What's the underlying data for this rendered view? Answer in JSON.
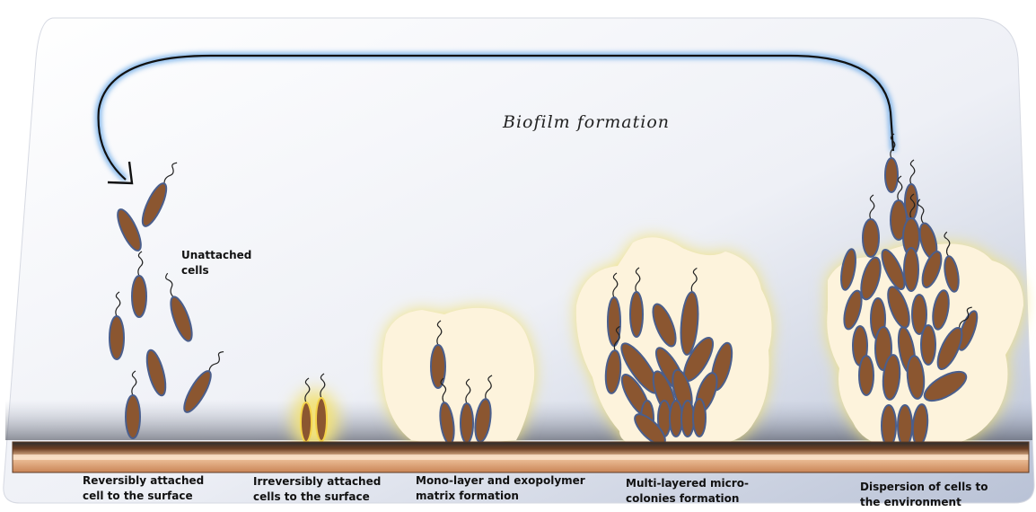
{
  "title": "Biofilm formation",
  "floating_label": "Unattached\ncells",
  "stages": [
    {
      "label": "Reversibly attached\ncell to the surface"
    },
    {
      "label": "Irreversibly  attached\ncells to the surface"
    },
    {
      "label": "Mono-layer and exopolymer\nmatrix formation"
    },
    {
      "label": "Multi-layered micro-\ncolonies formation"
    },
    {
      "label": "Dispersion of cells to\nthe environment"
    }
  ],
  "colors": {
    "cell_fill": "#8b5630",
    "cell_outline": "#4a5e8c",
    "matrix_fill": "#fdf3dc",
    "matrix_glow": "#f2e27a",
    "surface": "#e7b38c",
    "arrow": "#111111"
  }
}
